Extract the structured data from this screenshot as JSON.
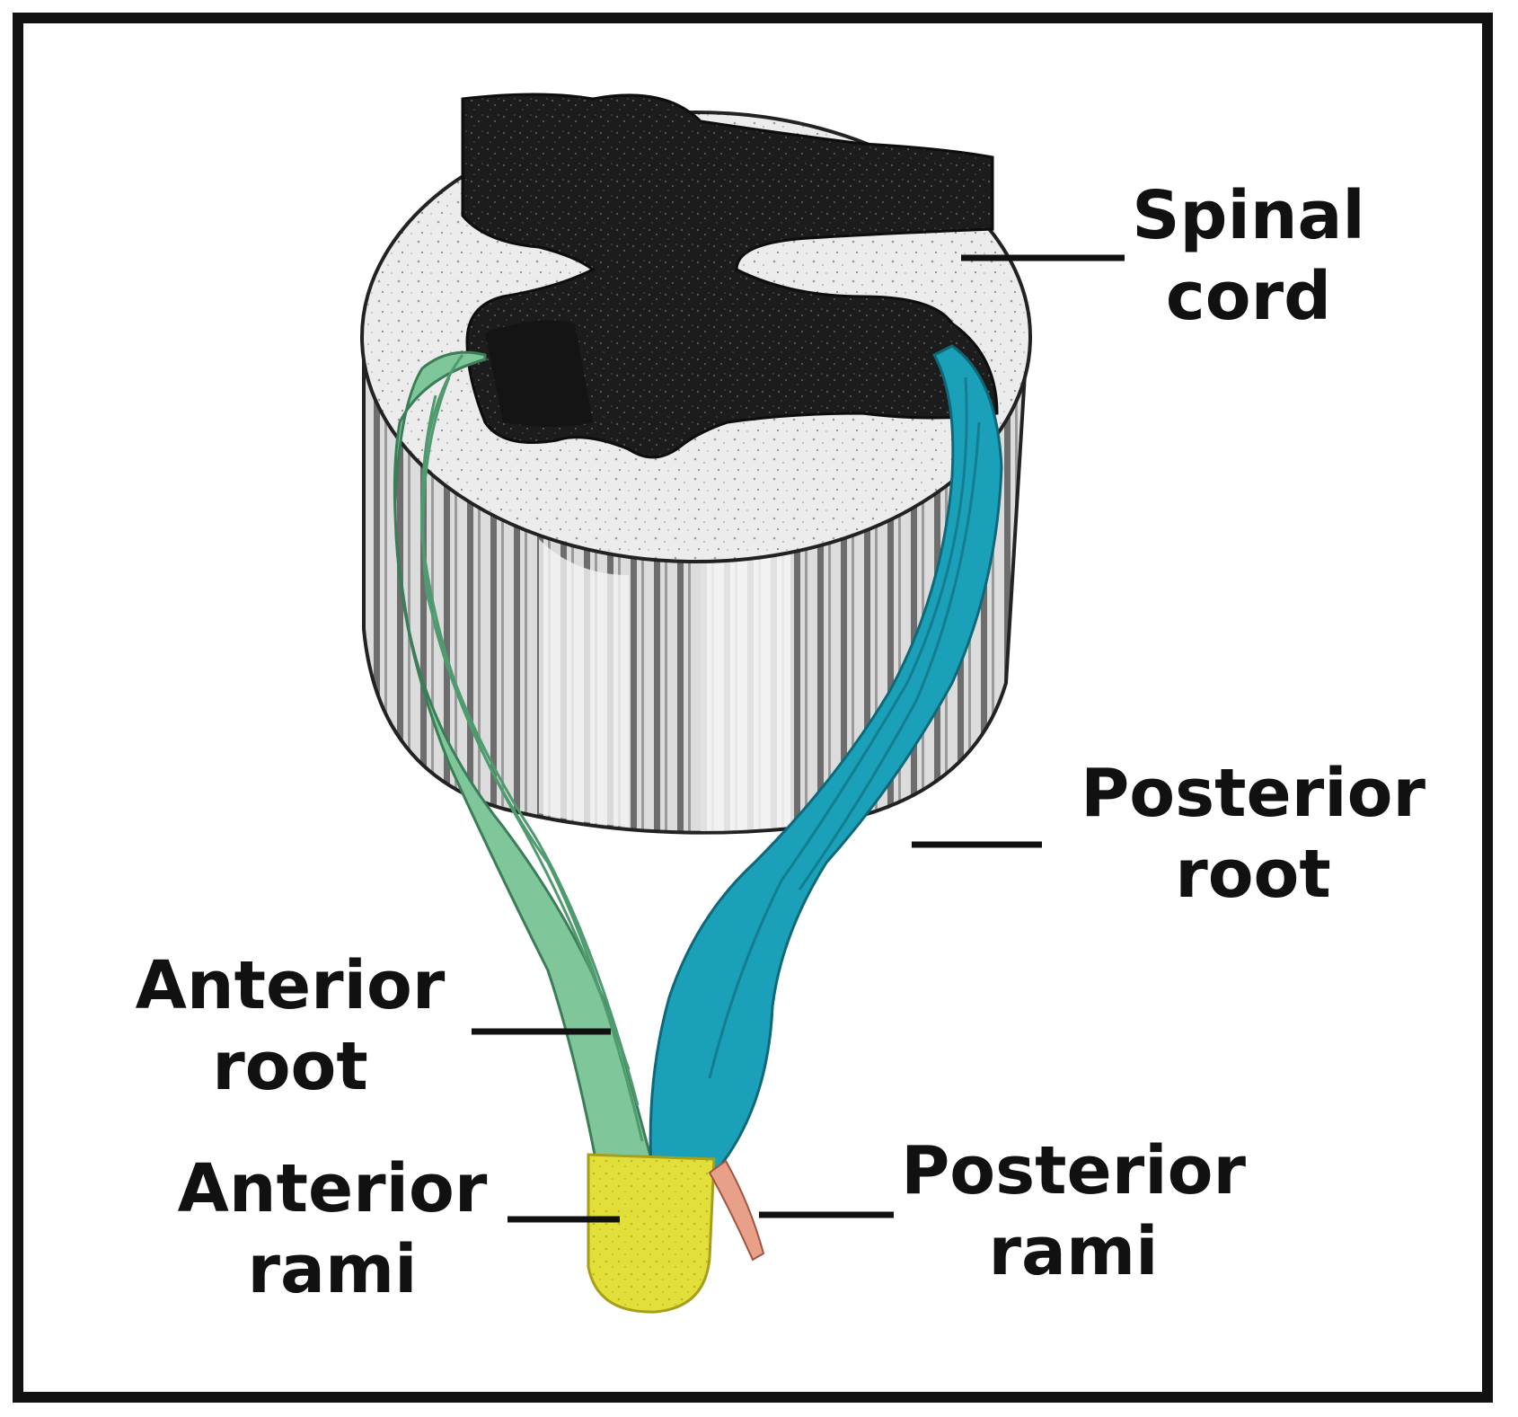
{
  "figure": {
    "labels": {
      "spinal_cord": [
        "Spinal",
        "cord"
      ],
      "posterior_root": [
        "Posterior",
        "root"
      ],
      "anterior_root": [
        "Anterior",
        "root"
      ],
      "anterior_rami": [
        "Anterior",
        "rami"
      ],
      "posterior_rami": [
        "Posterior",
        "rami"
      ]
    },
    "colors": {
      "frame": "#111111",
      "gray_matter": "#1c1c1c",
      "white_matter": "#e9e9e9",
      "anterior_root": "#7fc79a",
      "posterior_root": "#1aa0b8",
      "anterior_rami": "#e3df3a",
      "posterior_rami": "#e8a088"
    }
  }
}
